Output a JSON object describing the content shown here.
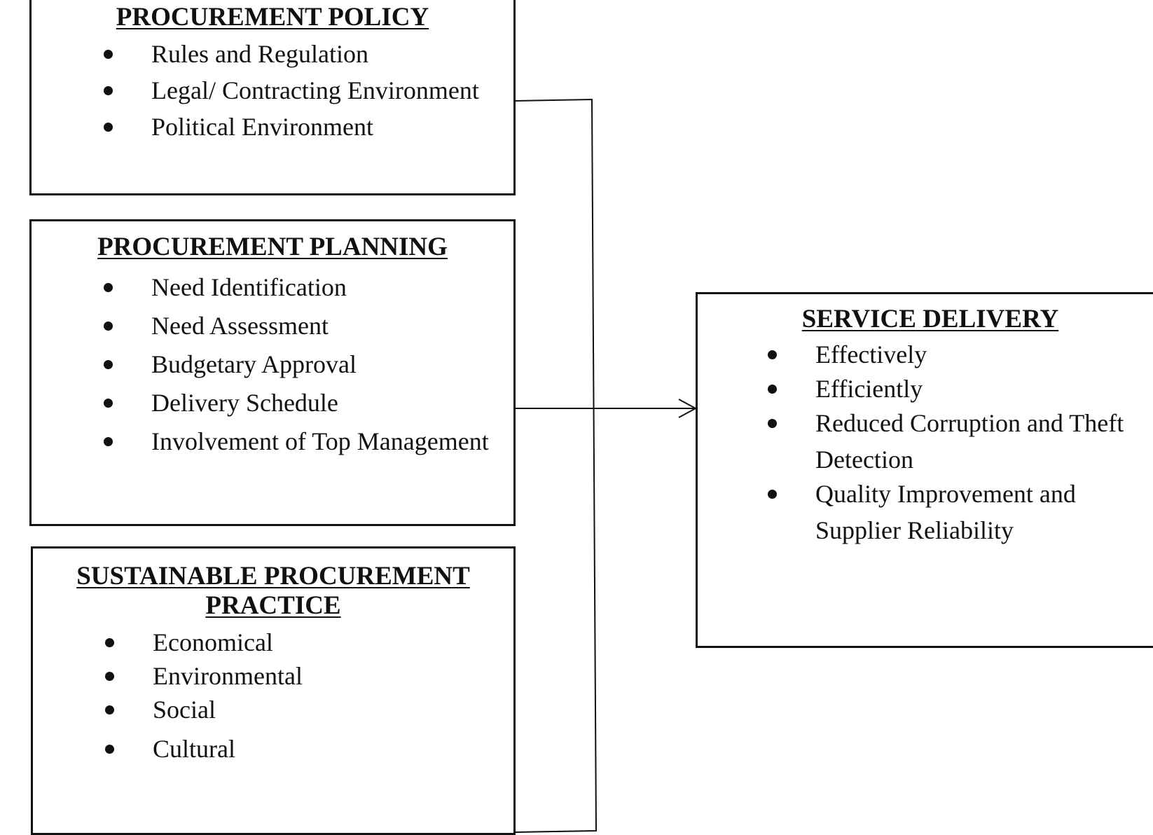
{
  "diagram": {
    "boxes": {
      "policy": {
        "title": "PROCUREMENT POLICY",
        "items": [
          "Rules and Regulation",
          "Legal/ Contracting Environment",
          "Political Environment"
        ]
      },
      "planning": {
        "title": "PROCUREMENT PLANNING",
        "items": [
          "Need Identification",
          "Need Assessment",
          "Budgetary Approval",
          "Delivery Schedule",
          "Involvement of Top Management"
        ]
      },
      "sustainable": {
        "title": "SUSTAINABLE PROCUREMENT PRACTICE",
        "items": [
          "Economical",
          "Environmental",
          "Social",
          "Cultural"
        ]
      },
      "service": {
        "title": "SERVICE DELIVERY",
        "items": [
          "Effectively",
          "Efficiently",
          "Reduced Corruption and Theft Detection",
          "Quality Improvement and Supplier Reliability"
        ]
      }
    },
    "connections": [
      {
        "from": "policy",
        "to": "service"
      },
      {
        "from": "planning",
        "to": "service"
      },
      {
        "from": "sustainable",
        "to": "service"
      }
    ]
  }
}
